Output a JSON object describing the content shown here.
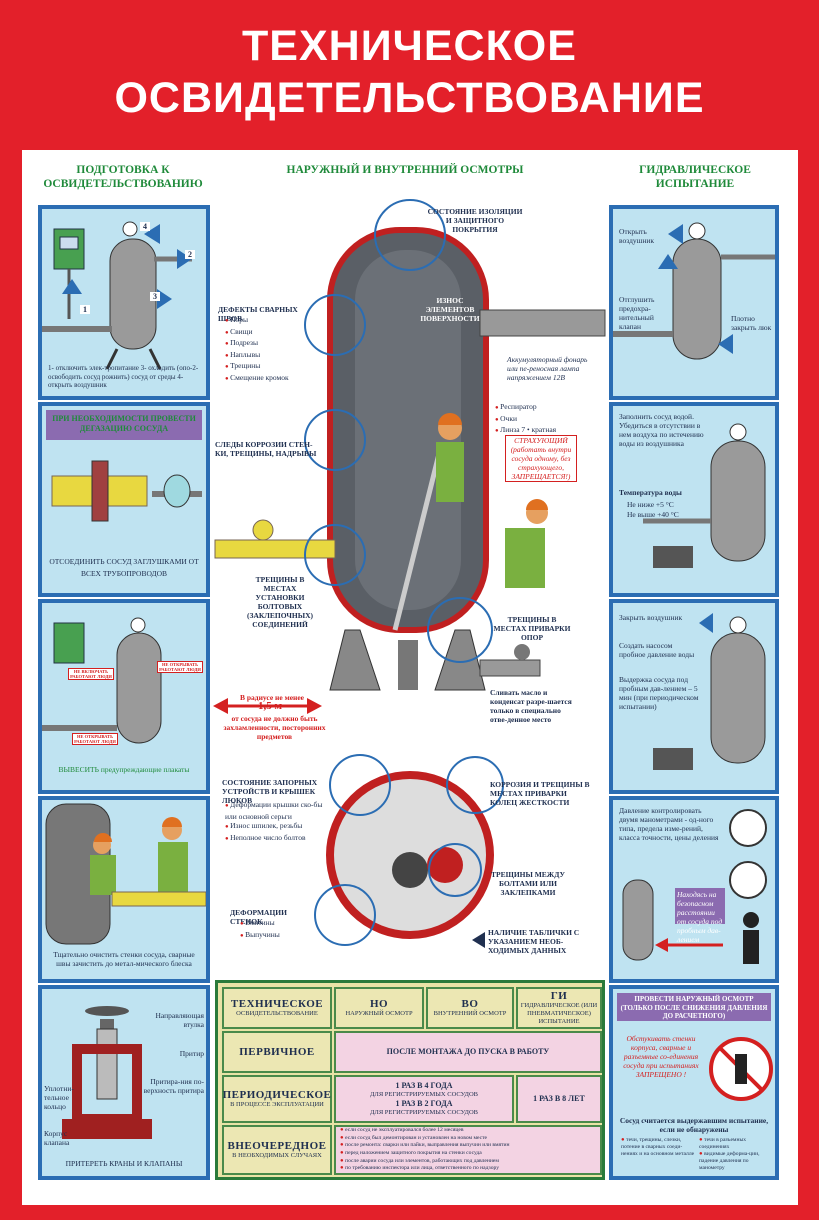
{
  "title": {
    "line1": "ТЕХНИЧЕСКОЕ",
    "line2": "ОСВИДЕТЕЛЬСТВОВАНИЕ"
  },
  "columns": {
    "left": "ПОДГОТОВКА К ОСВИДЕТЕЛЬСТВОВАНИЮ",
    "center": "НАРУЖНЫЙ И ВНУТРЕННИЙ ОСМОТРЫ",
    "right": "ГИДРАВЛИЧЕСКОЕ ИСПЫТАНИЕ"
  },
  "left": {
    "p1": {
      "steps": "1- отключить элек-тропитание   3- охладить (опо-2- освободить сосуд   рожнить) сосуд   от среды   4- открыть воздушник",
      "n1": "1",
      "n2": "2",
      "n3": "3",
      "n4": "4"
    },
    "p2": {
      "header": "ПРИ НЕОБХОДИМОСТИ ПРОВЕСТИ ДЕГАЗАЦИЮ СОСУДА",
      "caption": "ОТСОЕДИНИТЬ СОСУД ЗАГЛУШКАМИ ОТ ВСЕХ ТРУБОПРОВОДОВ"
    },
    "p3": {
      "sign1": "НЕ ВКЛЮЧАТЬ РАБОТАЮТ ЛЮДИ",
      "sign2": "НЕ ОТКРЫВАТЬ РАБОТАЮТ ЛЮДИ",
      "sign3": "НЕ ОТКРЫВАТЬ РАБОТАЮТ ЛЮДИ",
      "caption": "ВЫВЕСИТЬ предупреждающие плакаты"
    },
    "p4": {
      "caption": "Тщательно очистить стенки сосуда, сварные швы зачистить до метал-мического блеска"
    },
    "p5": {
      "l1": "Направляющая втулка",
      "l2": "Притир",
      "l3": "Притира-ния по-верхность притира",
      "l4": "Уплотни-тельное кольцо",
      "l5": "Корпус клапана",
      "caption": "ПРИТЕРЕТЬ КРАНЫ И КЛАПАНЫ"
    }
  },
  "center": {
    "insulation": "СОСТОЯНИЕ ИЗОЛЯЦИИ И ЗАЩИТНОГО ПОКРЫТИЯ",
    "weld_defects": {
      "title": "ДЕФЕКТЫ СВАРНЫХ ШВОВ",
      "items": [
        "Поры",
        "Свищи",
        "Подрезы",
        "Наплывы",
        "Трещины",
        "Смещение кромок"
      ]
    },
    "wear": "ИЗНОС ЭЛЕМЕНТОВ ПОВЕРХНОСТИ",
    "lamp": "Аккумуляторный фонарь или пе-реносная лампа напряжением 12В",
    "ppe": {
      "items": [
        "Респиратор",
        "Очки",
        "Линза 7 • кратная"
      ]
    },
    "safety": "СТРАХУЮЩИЙ (работать внутри сосуда одному, без страхующего, ЗАПРЕЩАЕТСЯ!)",
    "corrosion": "СЛЕДЫ КОРРОЗИИ СТЕН-КИ, ТРЕЩИНЫ, НАДРЫВЫ",
    "bolts": "ТРЕЩИНЫ В МЕСТАХ УСТАНОВКИ БОЛТОВЫХ (ЗАКЛЕПОЧНЫХ) СОЕДИНЕНИЙ",
    "supports": "ТРЕЩИНЫ В МЕСТАХ ПРИВАРКИ ОПОР",
    "radius": {
      "a": "В радиусе не менее",
      "b": "1,5 м",
      "c": "от сосуда не должно быть захламленности, посторонних предметов"
    },
    "drain": "Сливать масло и конденсат разре-шается только в специально отве-денное место",
    "hatch": {
      "title": "СОСТОЯНИЕ ЗАПОРНЫХ УСТРОЙСТВ И КРЫШЕК ЛЮКОВ",
      "items": [
        "Деформации крышки ско-бы или основной серьги",
        "Износ шпилек, резьбы",
        "Неполное число болтов"
      ]
    },
    "rings": "КОРРОЗИЯ И ТРЕЩИНЫ В МЕСТАХ ПРИВАРКИ КОЛЕЦ ЖЕСТКОСТИ",
    "rivets": "ТРЕЩИНЫ МЕЖДУ БОЛТАМИ ИЛИ ЗАКЛЕПКАМИ",
    "deform": {
      "title": "ДЕФОРМАЦИИ СТЕНОК",
      "items": [
        "Вмятины",
        "Выпучины"
      ]
    },
    "plate": "НАЛИЧИЕ ТАБЛИЧКИ С УКАЗАНИЕМ НЕОБ-ХОДИМЫХ ДАННЫХ"
  },
  "right": {
    "p1": {
      "l1": "Открыть воздушник",
      "l2": "Отглушить предохра-нительный клапан",
      "l3": "Плотно закрыть люк"
    },
    "p2": {
      "text": "Заполнить сосуд водой. Убедиться в отсутствии в нем воздуха по истечению воды из воздушника",
      "temp_title": "Температура воды",
      "t1": "Не ниже +5 °С",
      "t2": "Не выше +40 °С"
    },
    "p3": {
      "l1": "Закрыть воздушник",
      "l2": "Создать насосом пробное давление воды",
      "l3": "Выдержка сосуда под пробным дав-лением – 5 мин (при периодическом испытании)"
    },
    "p4": {
      "text": "Давление контролировать двумя манометрами - од-ного типа, предела изме-рений, класса точности, цены деления",
      "warn": "Находясь на безопасном расстоянии от сосуда под пробным дав-лением"
    },
    "p5": {
      "header": "ПРОВЕСТИ НАРУЖНЫЙ ОСМОТР (ТОЛЬКО ПОСЛЕ СНИЖЕНИЯ ДАВЛЕНИЯ ДО РАСЧЕТНОГО)",
      "forbid": "Обстукивать стенки корпуса, сварные и разъемные со-единения сосуда при испытаниях ЗАПРЕЩЕНО !",
      "result": "Сосуд считается выдержавшим испытание, если не обнаружены",
      "items": [
        "течи, трещины, слезки, потение в сварных соеди-нениях и на основном металле",
        "течи в разъемных соединениях",
        "видимые деформа-ции, падение давления по манометру"
      ]
    }
  },
  "table": {
    "h1": "ТЕХНИЧЕСКОЕ",
    "h1s": "ОСВИДЕТЕЛЬСТВОВАНИЕ",
    "h2": "НО",
    "h2s": "НАРУЖНЫЙ ОСМОТР",
    "h3": "ВО",
    "h3s": "ВНУТРЕННИЙ ОСМОТР",
    "h4": "ГИ",
    "h4s": "ГИДРАВЛИЧЕСКОЕ (ИЛИ ПНЕВМАТИЧЕСКОЕ) ИСПЫТАНИЕ",
    "r1": "ПЕРВИЧНОЕ",
    "r1v": "ПОСЛЕ МОНТАЖА ДО ПУСКА В РАБОТУ",
    "r2": "ПЕРИОДИЧЕСКОЕ",
    "r2s": "В ПРОЦЕССЕ ЭКСПЛУАТАЦИИ",
    "r2a": "1 РАЗ В 4 ГОДА",
    "r2as": "ДЛЯ РЕГИСТРИРУЕМЫХ СОСУДОВ",
    "r2b": "1 РАЗ В 2 ГОДА",
    "r2bs": "ДЛЯ РЕГИСТРИРУЕМЫХ СОСУДОВ",
    "r2c": "1 РАЗ В 8 ЛЕТ",
    "r3": "ВНЕОЧЕРЕДНОЕ",
    "r3s": "В НЕОБХОДИМЫХ СЛУЧАЯХ",
    "r3items": [
      "если сосуд не эксплуатировался более 12 месяцев",
      "если сосуд был демонтирован и установлен на новом месте",
      "после ремонта: сварки или пайки, выправления выпучин или вмятин",
      "перед наложением защитного покрытия на стенки сосуда",
      "после аварии сосуда или элементов, работающих под давлением",
      "по требованию инспектора или лица, ответственного по надзору"
    ]
  },
  "colors": {
    "red": "#e3202a",
    "blue": "#2b6db3",
    "green": "#1f8a3a",
    "panel": "#bfe3f1"
  }
}
